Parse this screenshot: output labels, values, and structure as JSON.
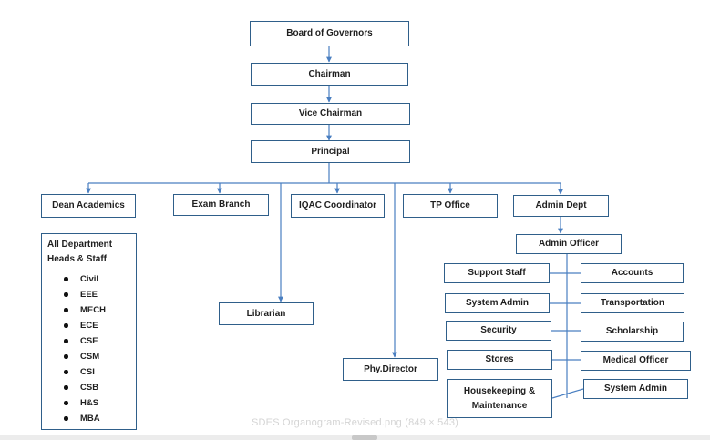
{
  "nodes": {
    "board": "Board of Governors",
    "chairman": "Chairman",
    "vice_chairman": "Vice Chairman",
    "principal": "Principal",
    "dean_academics": "Dean Academics",
    "exam_branch": "Exam Branch",
    "iqac": "IQAC Coordinator",
    "tp_office": "TP Office",
    "admin_dept": "Admin Dept",
    "admin_officer": "Admin Officer",
    "librarian": "Librarian",
    "phy_director": "Phy.Director",
    "departments_title_1": "All Department",
    "departments_title_2": "Heads & Staff",
    "departments": [
      "Civil",
      "EEE",
      "MECH",
      "ECE",
      "CSE",
      "CSM",
      "CSI",
      "CSB",
      "H&S",
      "MBA"
    ],
    "admin_left": [
      "Support Staff",
      "System Admin",
      "Security",
      "Stores"
    ],
    "housekeeping_1": "Housekeeping &",
    "housekeeping_2": "Maintenance",
    "admin_right": [
      "Accounts",
      "Transportation",
      "Scholarship",
      "Medical Officer",
      "System Admin"
    ]
  },
  "watermark": "SDES Organogram-Revised.png (849 × 543)",
  "colors": {
    "box_border": "#2f5f8a",
    "connector": "#4a7fc1",
    "text": "#1f1f1f"
  }
}
